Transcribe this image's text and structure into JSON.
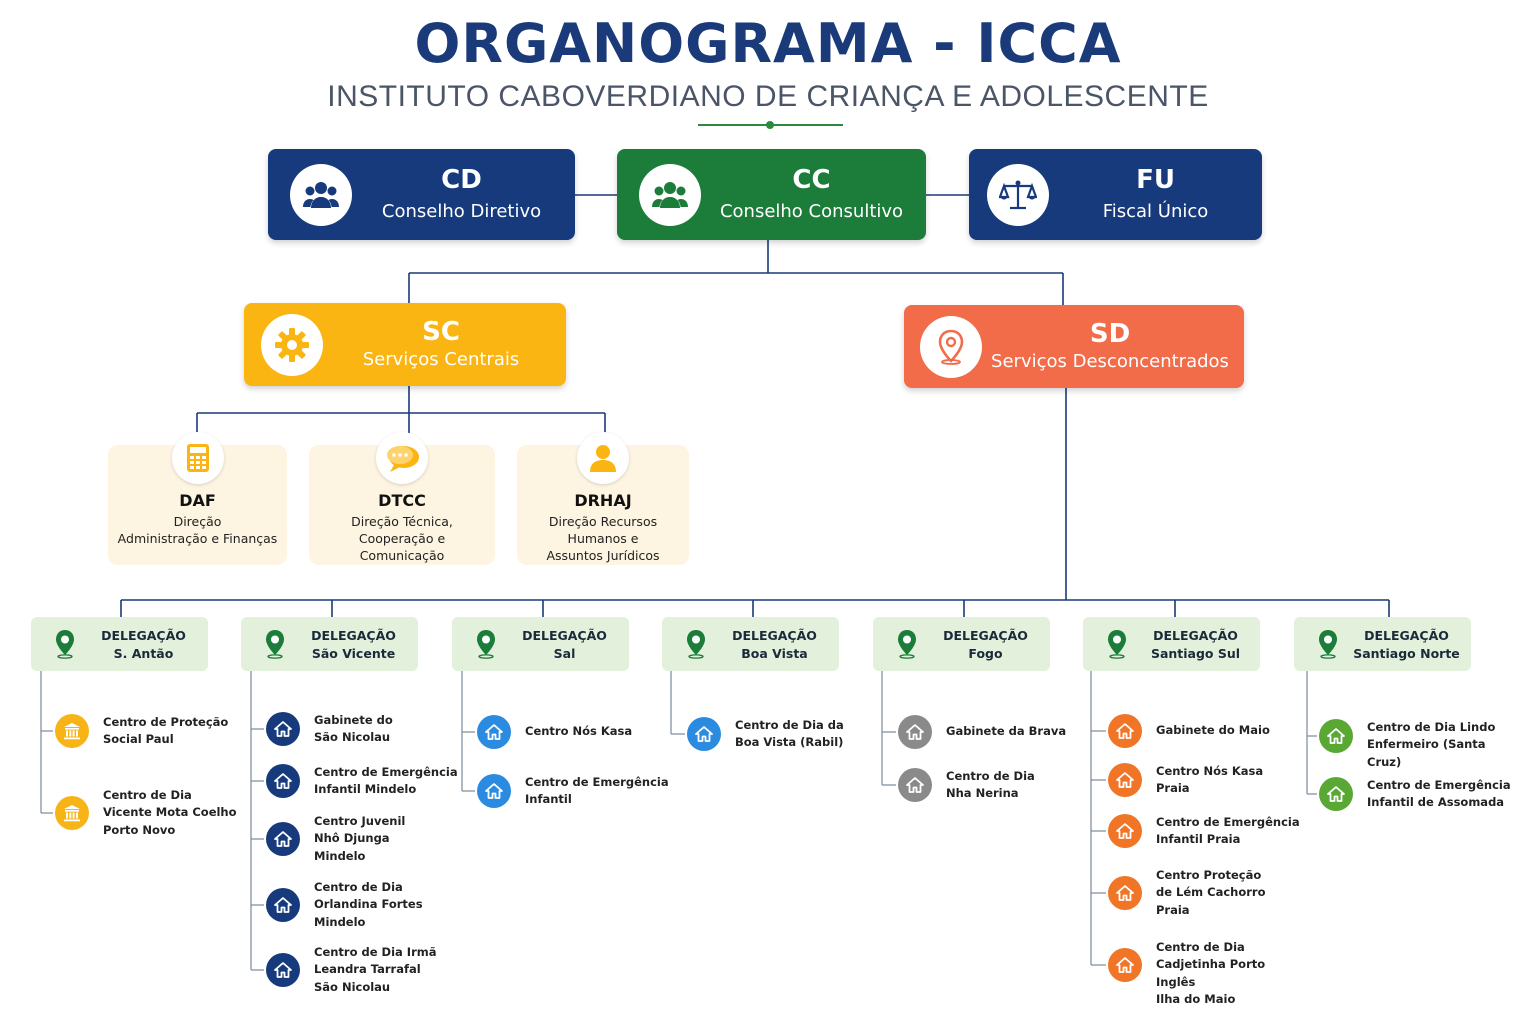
{
  "header": {
    "title": "ORGANOGRAMA - ICCA",
    "subtitle": "INSTITUTO CABOVERDIANO DE CRIANÇA E ADOLESCENTE"
  },
  "top": [
    {
      "code": "CD",
      "name": "Conselho Diretivo",
      "icon": "people-icon",
      "color": "#163a7c"
    },
    {
      "code": "CC",
      "name": "Conselho Consultivo",
      "icon": "people-icon",
      "color": "#1c7d3a"
    },
    {
      "code": "FU",
      "name": "Fiscal Único",
      "icon": "scale-icon",
      "color": "#163a7c"
    }
  ],
  "services": [
    {
      "code": "SC",
      "name": "Serviços Centrais",
      "icon": "gear-icon",
      "color": "#fbb512"
    },
    {
      "code": "SD",
      "name": "Serviços Desconcentrados",
      "icon": "location-pin-icon",
      "color": "#f26c4a"
    }
  ],
  "directorates": [
    {
      "code": "DAF",
      "name": "Direção\nAdministração e Finanças",
      "icon": "calculator-icon"
    },
    {
      "code": "DTCC",
      "name": "Direção Técnica,\nCooperação e\nComunicação",
      "icon": "chat-icon"
    },
    {
      "code": "DRHAJ",
      "name": "Direção Recursos\nHumanos e\nAssuntos Jurídicos",
      "icon": "person-icon"
    }
  ],
  "delegations": [
    {
      "label": "DELEGAÇÃO",
      "name": "S. Antão",
      "icon_color": "#f7b416",
      "centers": [
        "Centro de Proteção\nSocial Paul",
        "Centro de Dia\nVicente Mota Coelho\nPorto Novo"
      ]
    },
    {
      "label": "DELEGAÇÃO",
      "name": "São Vicente",
      "icon_color": "#163a7c",
      "centers": [
        "Gabinete do\nSão Nicolau",
        "Centro de Emergência\nInfantil Mindelo",
        "Centro Juvenil\nNhô Djunga\nMindelo",
        "Centro de Dia\nOrlandina Fortes\nMindelo",
        "Centro de Dia Irmã\nLeandra Tarrafal\nSão Nicolau"
      ]
    },
    {
      "label": "DELEGAÇÃO",
      "name": "Sal",
      "icon_color": "#2a8be0",
      "centers": [
        "Centro Nós Kasa",
        "Centro de Emergência\nInfantil"
      ]
    },
    {
      "label": "DELEGAÇÃO",
      "name": "Boa Vista",
      "icon_color": "#2a8be0",
      "centers": [
        "Centro de Dia da\nBoa Vista (Rabil)"
      ]
    },
    {
      "label": "DELEGAÇÃO",
      "name": "Fogo",
      "icon_color": "#8a8a8a",
      "centers": [
        "Gabinete da Brava",
        "Centro de Dia\nNha Nerina"
      ]
    },
    {
      "label": "DELEGAÇÃO",
      "name": "Santiago Sul",
      "icon_color": "#f07526",
      "centers": [
        "Gabinete do Maio",
        "Centro Nós Kasa\nPraia",
        "Centro de Emergência\nInfantil Praia",
        "Centro Proteção\nde Lém Cachorro\nPraia",
        "Centro de Dia\nCadjetinha Porto Inglês\nIlha do Maio"
      ]
    },
    {
      "label": "DELEGAÇÃO",
      "name": "Santiago Norte",
      "icon_color": "#5aa834",
      "centers": [
        "Centro de Dia Lindo\nEnfermeiro (Santa Cruz)",
        "Centro de Emergência\nInfantil de Assomada"
      ]
    }
  ]
}
